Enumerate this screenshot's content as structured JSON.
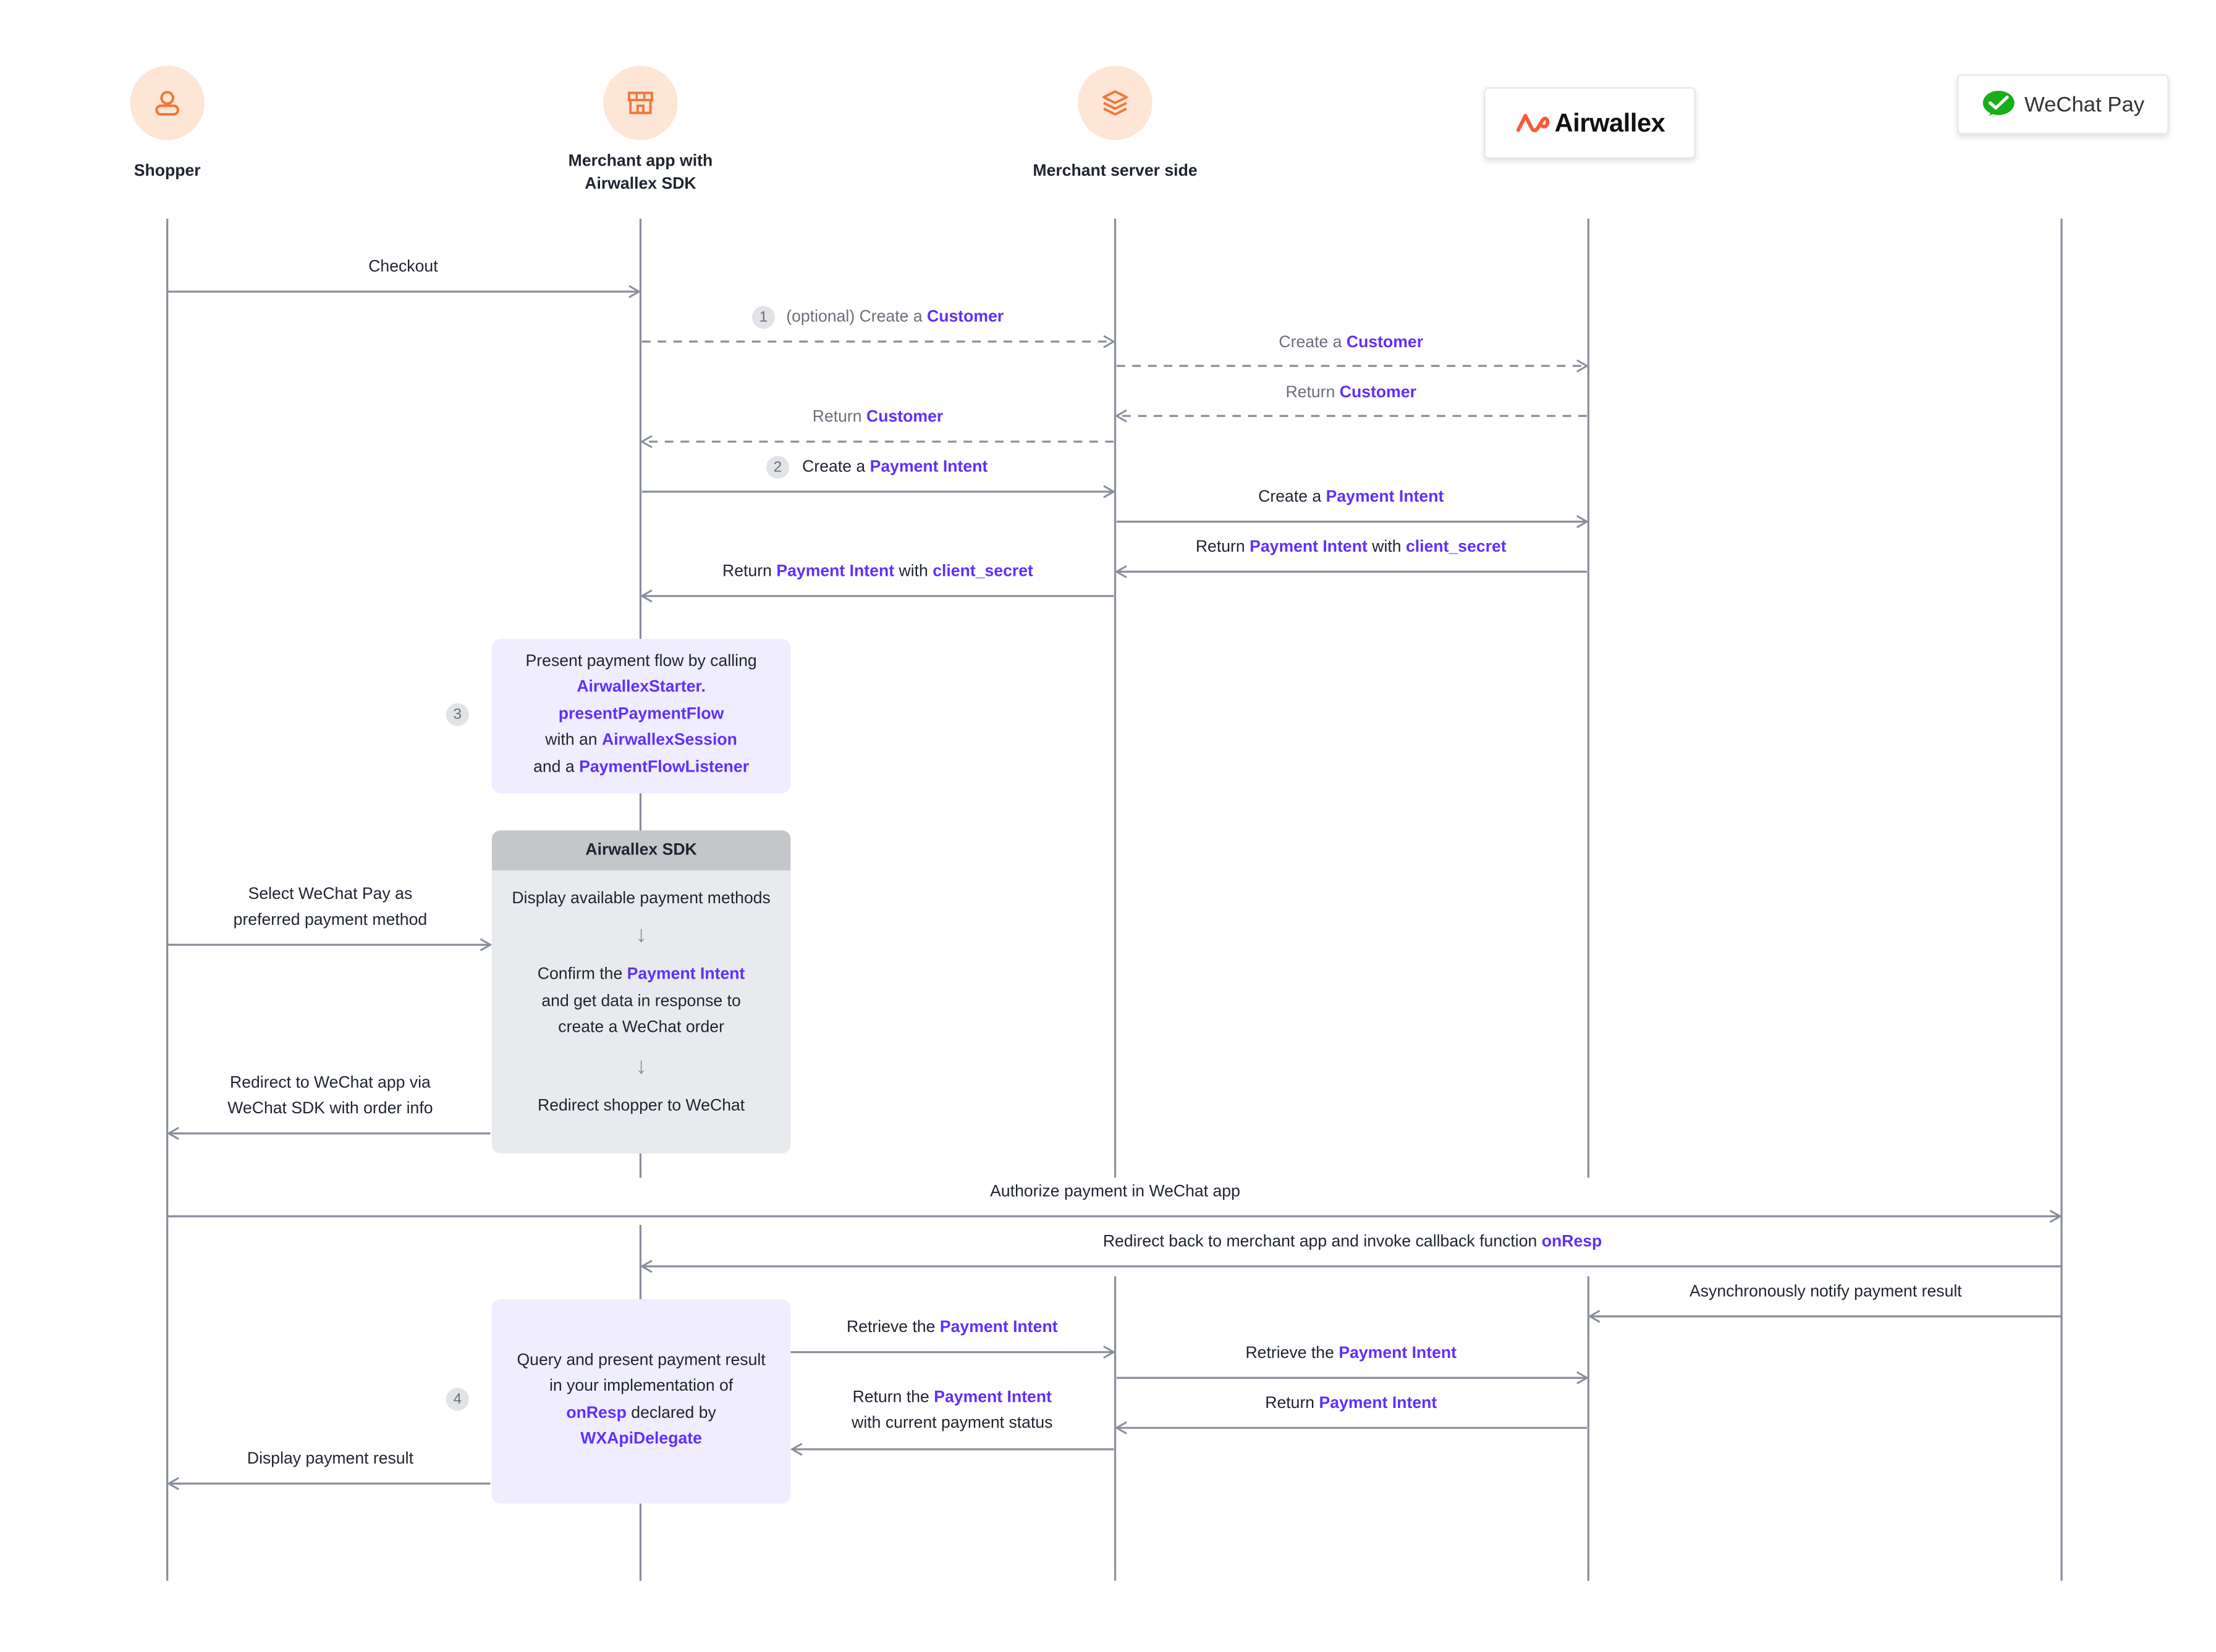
{
  "actors": {
    "shopper": "Shopper",
    "merchant_app_l1": "Merchant app with",
    "merchant_app_l2": "Airwallex SDK",
    "merchant_server": "Merchant server side",
    "airwallex": "Airwallex",
    "wechat_pay": "WeChat Pay"
  },
  "messages": {
    "checkout": "Checkout",
    "step1_pre": "(optional) Create a",
    "step1_hl": "Customer",
    "create_customer_pre": "Create a",
    "create_customer_hl": "Customer",
    "return_customer_a_pre": "Return",
    "return_customer_a_hl": "Customer",
    "return_customer_b_pre": "Return",
    "return_customer_b_hl": "Customer",
    "step2_pre": "Create a",
    "step2_hl": "Payment Intent",
    "create_pi_pre": "Create a",
    "create_pi_hl": "Payment Intent",
    "return_pi_srv_pre": "Return",
    "return_pi_srv_hl": "Payment Intent",
    "return_pi_srv_mid": "with",
    "return_pi_srv_hl2": "client_secret",
    "return_pi_app_pre": "Return",
    "return_pi_app_hl": "Payment Intent",
    "return_pi_app_mid": "with",
    "return_pi_app_hl2": "client_secret",
    "select_l1": "Select WeChat Pay as",
    "select_l2": "preferred payment method",
    "redirect_l1": "Redirect to WeChat app via",
    "redirect_l2": "WeChat SDK with order info",
    "authorize": "Authorize payment in WeChat app",
    "redirect_back_pre": "Redirect back to merchant app and invoke callback function",
    "redirect_back_hl": "onResp",
    "async_notify": "Asynchronously notify payment result",
    "retrieve_app_pre": "Retrieve the",
    "retrieve_app_hl": "Payment Intent",
    "retrieve_srv_pre": "Retrieve the",
    "retrieve_srv_hl": "Payment Intent",
    "return_pi_awx_pre": "Return",
    "return_pi_awx_hl": "Payment Intent",
    "return_status_pre": "Return the",
    "return_status_hl": "Payment Intent",
    "return_status_l2": "with current payment status",
    "display_result": "Display payment result"
  },
  "badges": {
    "b1": "1",
    "b2": "2",
    "b3": "3",
    "b4": "4"
  },
  "note3": {
    "l1": "Present payment flow by calling",
    "l2_hl": "AirwallexStarter.",
    "l3_hl": "presentPaymentFlow",
    "l4_pre": "with an",
    "l4_hl": "AirwallexSession",
    "l5_pre": "and a",
    "l5_hl": "PaymentFlowListener"
  },
  "sdk_box": {
    "title": "Airwallex SDK",
    "step_a": "Display available payment methods",
    "arrow": "↓",
    "confirm_pre": "Confirm the",
    "confirm_hl": "Payment Intent",
    "confirm_l2": "and get data in response to",
    "confirm_l3": "create a WeChat order",
    "step_c": "Redirect shopper to WeChat"
  },
  "note4": {
    "l1": "Query and present payment result",
    "l2": "in your implementation of",
    "l3_hl": "onResp",
    "l3_post": "declared by",
    "l4_hl": "WXApiDelegate"
  },
  "colors": {
    "accent": "#612fff",
    "line": "#8a8f9c",
    "note_bg": "#efedff",
    "sdk_bg": "#e9eaed",
    "icon_bg": "#fde6d6",
    "icon_fg": "#f0783c"
  },
  "icons": {
    "shopper": "user-icon",
    "merchant_app": "storefront-icon",
    "merchant_server": "layers-icon",
    "airwallex": "airwallex-logo",
    "wechat": "wechat-pay-logo"
  }
}
